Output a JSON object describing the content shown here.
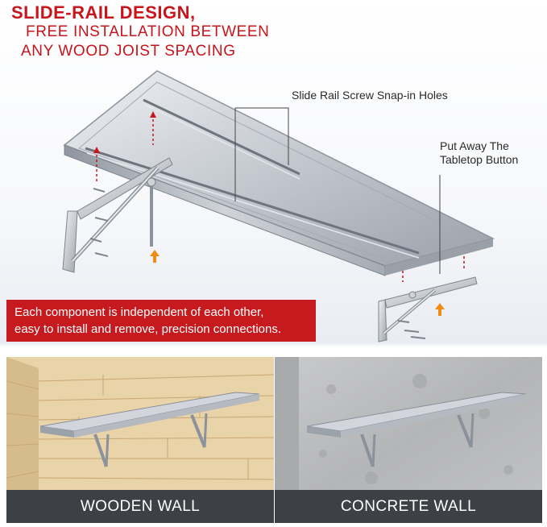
{
  "headline": {
    "line1": "SLIDE-RAIL DESIGN,",
    "line2": "FREE INSTALLATION BETWEEN",
    "line3": "ANY WOOD JOIST SPACING"
  },
  "callouts": {
    "slide_rail": "Slide Rail Screw Snap-in Holes",
    "put_away_line1": "Put Away The",
    "put_away_line2": "Tabletop Button"
  },
  "banner": {
    "line1": "Each component is independent of each other,",
    "line2": "easy to install and remove, precision connections."
  },
  "photos": {
    "left_label": "WOODEN WALL",
    "right_label": "CONCRETE WALL"
  },
  "colors": {
    "accent_red": "#c8151b",
    "banner_red": "#c71a1e",
    "label_bar": "#3d4045",
    "steel": "#b9bec6"
  }
}
